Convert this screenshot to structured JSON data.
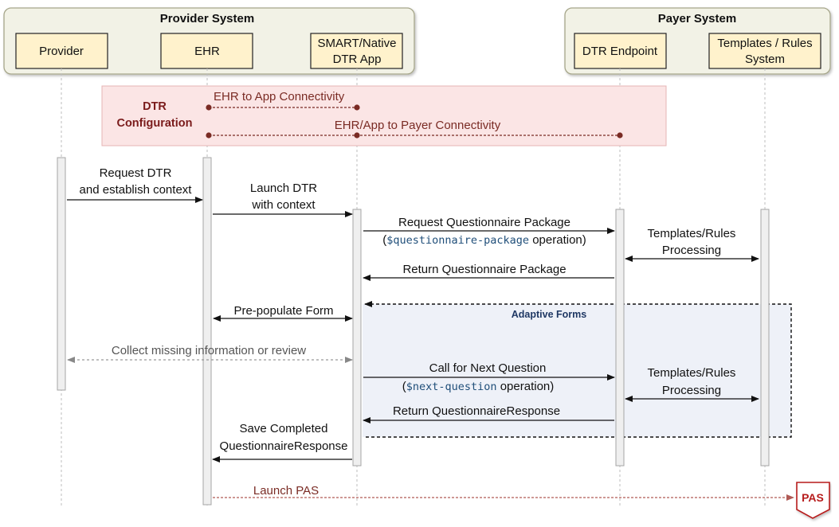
{
  "systems": {
    "provider": {
      "title": "Provider System"
    },
    "payer": {
      "title": "Payer System"
    }
  },
  "actors": {
    "provider": [
      "Provider"
    ],
    "ehr": [
      "EHR"
    ],
    "dtr_app": [
      "SMART/Native",
      "DTR App"
    ],
    "dtr_endpoint": [
      "DTR Endpoint"
    ],
    "templates": [
      "Templates / Rules",
      "System"
    ]
  },
  "configuration": {
    "label_lines": [
      "DTR",
      "Configuration"
    ],
    "ehr_app": "EHR to App Connectivity",
    "ehr_payer": "EHR/App to Payer Connectivity"
  },
  "messages": {
    "request_dtr": [
      "Request DTR",
      "and establish context"
    ],
    "launch_dtr": [
      "Launch DTR",
      "with context"
    ],
    "request_package": "Request Questionnaire Package",
    "package_op_open": "(",
    "package_op_code": "$questionnaire-package",
    "package_op_close": " operation)",
    "templates_processing_1": [
      "Templates/Rules",
      "Processing"
    ],
    "return_package": "Return Questionnaire Package",
    "prepopulate": "Pre-populate Form",
    "collect_missing": "Collect missing information or review",
    "next_question": "Call for Next Question",
    "next_op_open": "(",
    "next_op_code": "$next-question",
    "next_op_close": " operation)",
    "templates_processing_2": [
      "Templates/Rules",
      "Processing"
    ],
    "return_response": "Return QuestionnaireResponse",
    "save_completed": [
      "Save Completed",
      "QuestionnaireResponse"
    ],
    "launch_pas": "Launch PAS"
  },
  "adaptive_forms": {
    "label": "Adaptive Forms"
  },
  "pas": {
    "label": "PAS"
  },
  "colors": {
    "system_fill": "#f2f2e6",
    "actor_fill": "#fff2cc",
    "config_fill": "#fbe5e5",
    "adaptive_fill": "#eef1f8",
    "dark_red": "#7a2b24",
    "pas_red": "#b71c1c"
  }
}
